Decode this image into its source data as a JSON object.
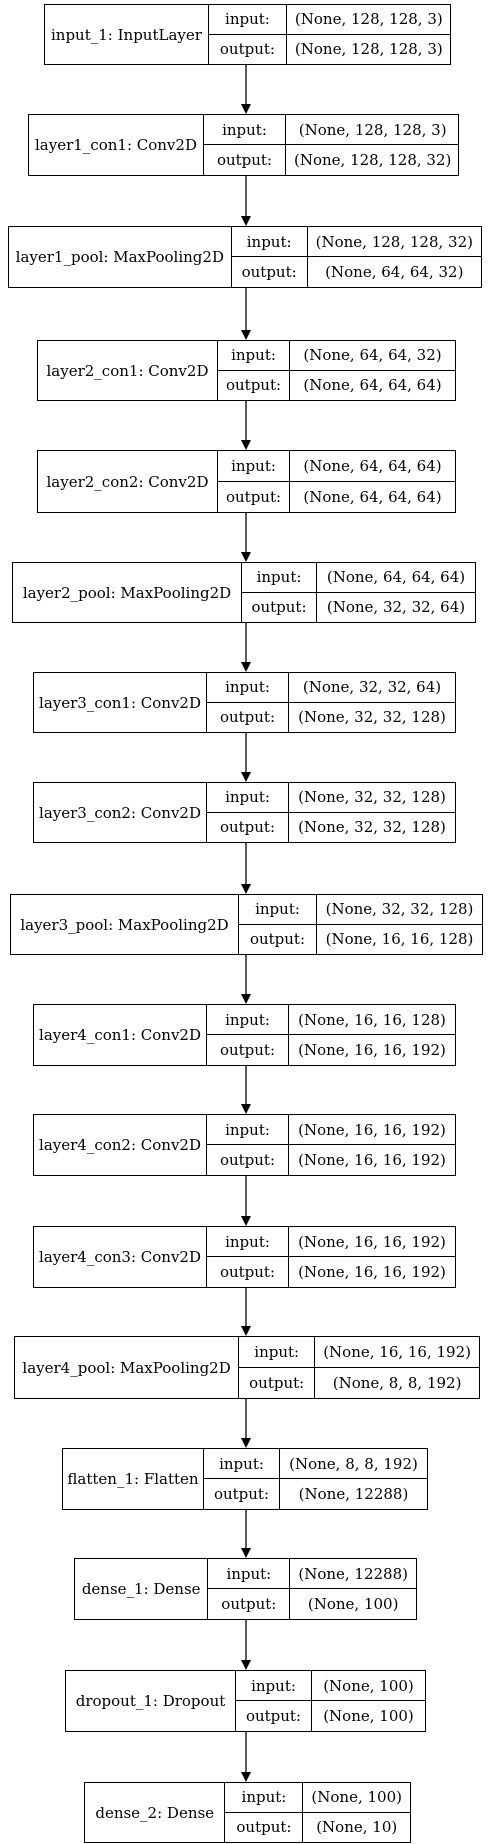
{
  "layers": [
    {
      "name": "input_1: InputLayer",
      "in_label": "input:",
      "in_val": "(None, 128, 128, 3)",
      "out_label": "output:",
      "out_val": "(None, 128, 128, 3)"
    },
    {
      "name": "layer1_con1: Conv2D",
      "in_label": "input:",
      "in_val": "(None, 128, 128, 3)",
      "out_label": "output:",
      "out_val": "(None, 128, 128, 32)"
    },
    {
      "name": "layer1_pool: MaxPooling2D",
      "in_label": "input:",
      "in_val": "(None, 128, 128, 32)",
      "out_label": "output:",
      "out_val": "(None, 64, 64, 32)"
    },
    {
      "name": "layer2_con1: Conv2D",
      "in_label": "input:",
      "in_val": "(None, 64, 64, 32)",
      "out_label": "output:",
      "out_val": "(None, 64, 64, 64)"
    },
    {
      "name": "layer2_con2: Conv2D",
      "in_label": "input:",
      "in_val": "(None, 64, 64, 64)",
      "out_label": "output:",
      "out_val": "(None, 64, 64, 64)"
    },
    {
      "name": "layer2_pool: MaxPooling2D",
      "in_label": "input:",
      "in_val": "(None, 64, 64, 64)",
      "out_label": "output:",
      "out_val": "(None, 32, 32, 64)"
    },
    {
      "name": "layer3_con1: Conv2D",
      "in_label": "input:",
      "in_val": "(None, 32, 32, 64)",
      "out_label": "output:",
      "out_val": "(None, 32, 32, 128)"
    },
    {
      "name": "layer3_con2: Conv2D",
      "in_label": "input:",
      "in_val": "(None, 32, 32, 128)",
      "out_label": "output:",
      "out_val": "(None, 32, 32, 128)"
    },
    {
      "name": "layer3_pool: MaxPooling2D",
      "in_label": "input:",
      "in_val": "(None, 32, 32, 128)",
      "out_label": "output:",
      "out_val": "(None, 16, 16, 128)"
    },
    {
      "name": "layer4_con1: Conv2D",
      "in_label": "input:",
      "in_val": "(None, 16, 16, 128)",
      "out_label": "output:",
      "out_val": "(None, 16, 16, 192)"
    },
    {
      "name": "layer4_con2: Conv2D",
      "in_label": "input:",
      "in_val": "(None, 16, 16, 192)",
      "out_label": "output:",
      "out_val": "(None, 16, 16, 192)"
    },
    {
      "name": "layer4_con3: Conv2D",
      "in_label": "input:",
      "in_val": "(None, 16, 16, 192)",
      "out_label": "output:",
      "out_val": "(None, 16, 16, 192)"
    },
    {
      "name": "layer4_pool: MaxPooling2D",
      "in_label": "input:",
      "in_val": "(None, 16, 16, 192)",
      "out_label": "output:",
      "out_val": "(None, 8, 8, 192)"
    },
    {
      "name": "flatten_1: Flatten",
      "in_label": "input:",
      "in_val": "(None, 8, 8, 192)",
      "out_label": "output:",
      "out_val": "(None, 12288)"
    },
    {
      "name": "dense_1: Dense",
      "in_label": "input:",
      "in_val": "(None, 12288)",
      "out_label": "output:",
      "out_val": "(None, 100)"
    },
    {
      "name": "dropout_1: Dropout",
      "in_label": "input:",
      "in_val": "(None, 100)",
      "out_label": "output:",
      "out_val": "(None, 100)"
    },
    {
      "name": "dense_2: Dense",
      "in_label": "input:",
      "in_val": "(None, 100)",
      "out_label": "output:",
      "out_val": "(None, 10)"
    }
  ]
}
